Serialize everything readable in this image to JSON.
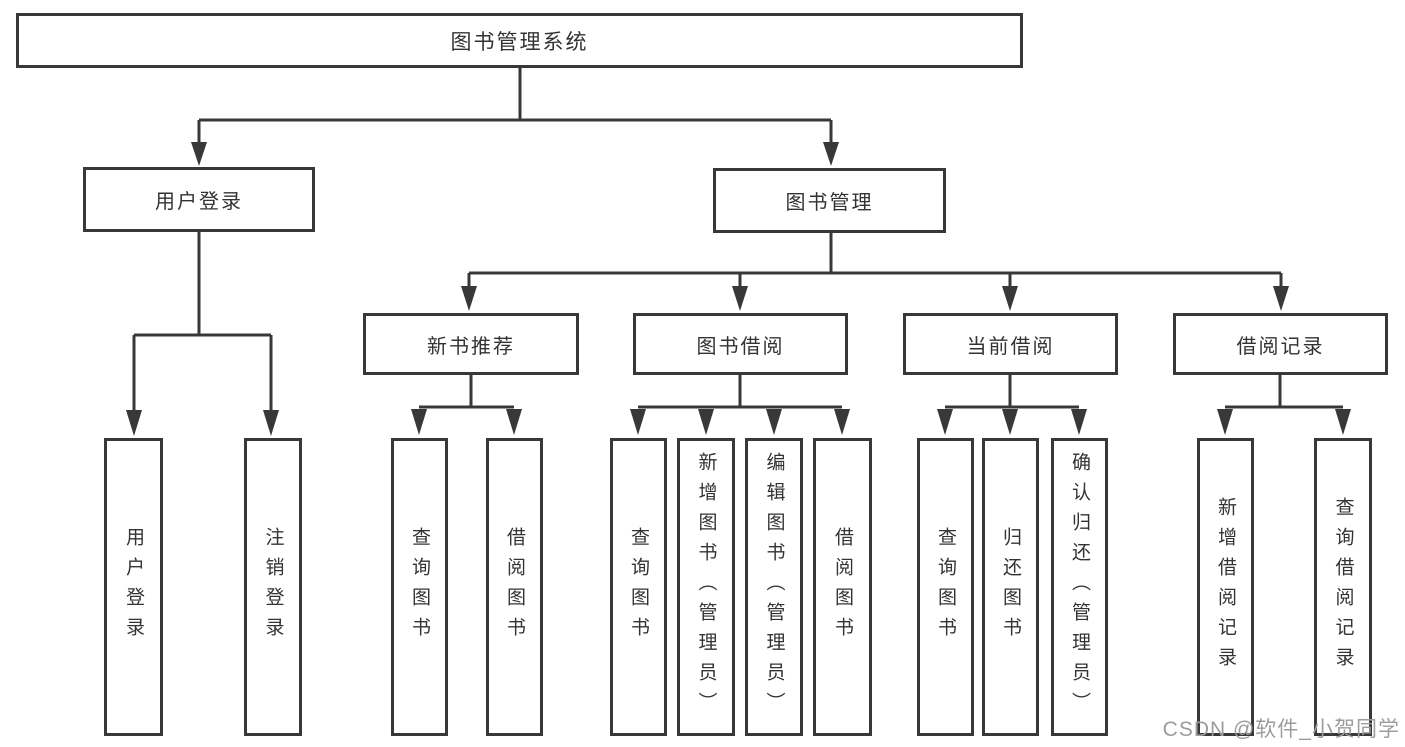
{
  "diagram": {
    "type": "hierarchy-tree",
    "root": {
      "label": "图书管理系统",
      "children": [
        {
          "label": "用户登录",
          "children": [
            {
              "label": "用户登录"
            },
            {
              "label": "注销登录"
            }
          ]
        },
        {
          "label": "图书管理",
          "children": [
            {
              "label": "新书推荐",
              "children": [
                {
                  "label": "查询图书"
                },
                {
                  "label": "借阅图书"
                }
              ]
            },
            {
              "label": "图书借阅",
              "children": [
                {
                  "label": "查询图书"
                },
                {
                  "label": "新增图书（管理员）"
                },
                {
                  "label": "编辑图书（管理员）"
                },
                {
                  "label": "借阅图书"
                }
              ]
            },
            {
              "label": "当前借阅",
              "children": [
                {
                  "label": "查询图书"
                },
                {
                  "label": "归还图书"
                },
                {
                  "label": "确认归还（管理员）"
                }
              ]
            },
            {
              "label": "借阅记录",
              "children": [
                {
                  "label": "新增借阅记录"
                },
                {
                  "label": "查询借阅记录"
                }
              ]
            }
          ]
        }
      ]
    }
  },
  "watermark": {
    "text": "CSDN @软件_小贺同学"
  },
  "colors": {
    "line": "#383838",
    "box_border": "#383838",
    "text": "#333333",
    "background": "#ffffff",
    "watermark": "#9c9c9c"
  }
}
